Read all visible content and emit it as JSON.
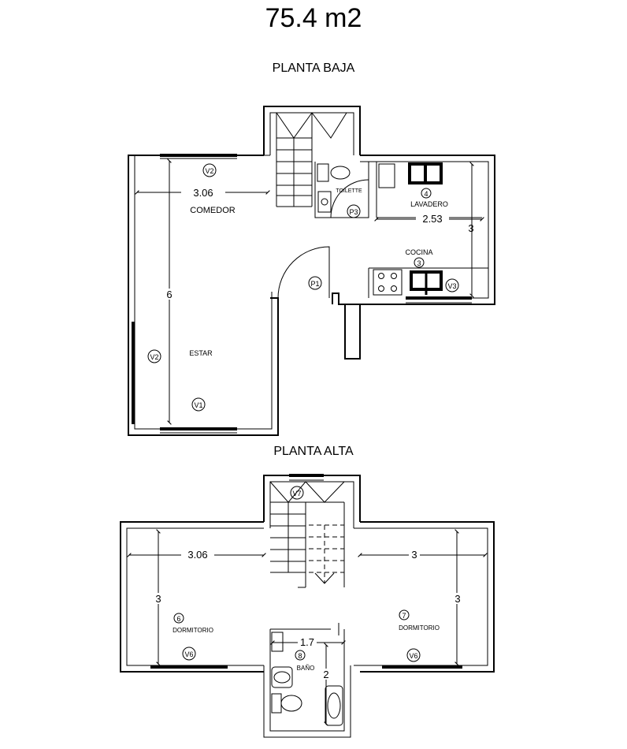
{
  "area": "75.4 m2",
  "ground_floor": {
    "title": "PLANTA BAJA",
    "rooms": {
      "comedor": "COMEDOR",
      "estar": "ESTAR",
      "lavadero": "LAVADERO",
      "cocina": "COCINA",
      "toilette": "TOILETTE"
    },
    "room_numbers": {
      "lavadero": "4",
      "cocina": "3"
    },
    "dimensions": {
      "comedor_width": "3.06",
      "estar_depth": "6",
      "lavadero_width": "2.53",
      "kitchen_depth": "3"
    },
    "tags": {
      "v2_top": "V2",
      "v2_side": "V2",
      "v1": "V1",
      "v3": "V3",
      "p1": "P1",
      "p3": "P3"
    }
  },
  "upper_floor": {
    "title": "PLANTA ALTA",
    "rooms": {
      "dormitorio_left": "DORMITORIO",
      "dormitorio_right": "DORMITORIO",
      "bano": "BAÑO"
    },
    "room_numbers": {
      "dormitorio_left": "6",
      "dormitorio_right": "7",
      "bano": "8"
    },
    "dimensions": {
      "left_width": "3.06",
      "left_depth": "3",
      "right_width": "3",
      "right_depth": "3",
      "bano_width": "1.7",
      "bano_depth": "2"
    },
    "tags": {
      "v7": "V7",
      "v6_left": "V6",
      "v6_right": "V6"
    }
  }
}
